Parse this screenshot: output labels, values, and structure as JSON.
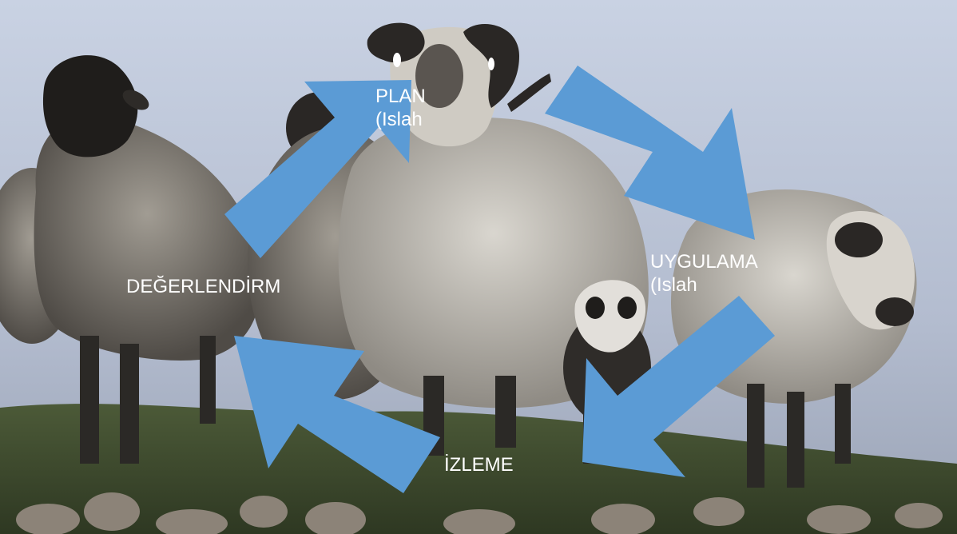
{
  "cycle": {
    "plan": "PLAN\n(Islah",
    "uygulama": "UYGULAMA\n(Islah",
    "izleme": "İZLEME",
    "degerlendirme": "DEĞERLENDİRM"
  },
  "colors": {
    "arrow": "#5b9bd5",
    "label_text": "#ffffff",
    "sky": "#b6bfd2"
  }
}
